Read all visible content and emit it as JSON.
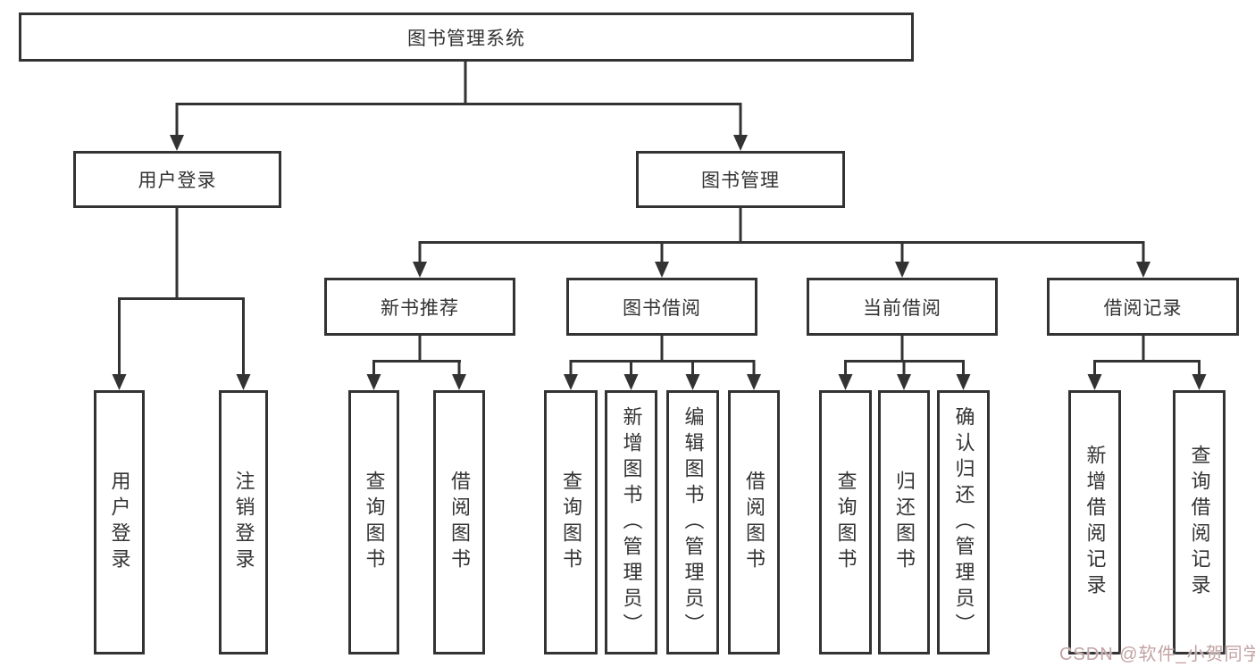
{
  "diagram": {
    "tree": {
      "root": "图书管理系统",
      "children": [
        {
          "label": "用户登录",
          "children": [
            "用户登录",
            "注销登录"
          ]
        },
        {
          "label": "图书管理",
          "children": [
            {
              "label": "新书推荐",
              "children": [
                "查询图书",
                "借阅图书"
              ]
            },
            {
              "label": "图书借阅",
              "children": [
                "查询图书",
                "新增图书（管理员）",
                "编辑图书（管理员）",
                "借阅图书"
              ]
            },
            {
              "label": "当前借阅",
              "children": [
                "查询图书",
                "归还图书",
                "确认归还（管理员）"
              ]
            },
            {
              "label": "借阅记录",
              "children": [
                "新增借阅记录",
                "查询借阅记录"
              ]
            }
          ]
        }
      ]
    },
    "watermark": "CSDN @软件_小贺同学",
    "colors": {
      "line": "#333333",
      "box_border": "#333333",
      "text": "#333333",
      "background": "#ffffff",
      "watermark": "#c09e9e"
    }
  }
}
